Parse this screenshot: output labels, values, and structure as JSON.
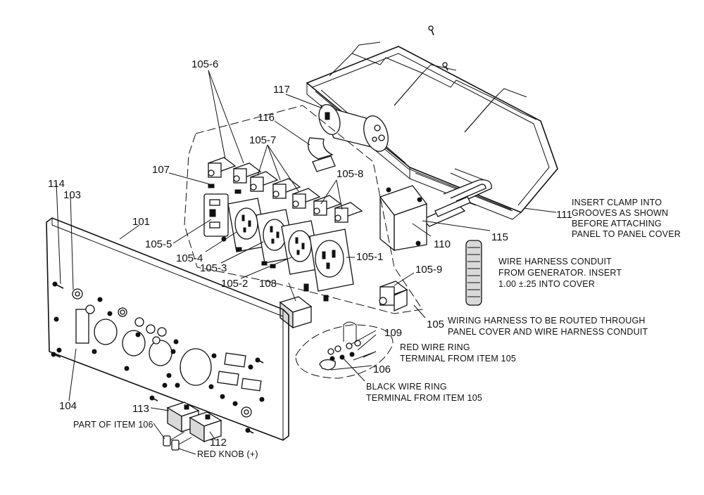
{
  "parts": {
    "p101": "101",
    "p103": "103",
    "p104": "104",
    "p105": "105",
    "p105_1": "105-1",
    "p105_2": "105-2",
    "p105_3": "105-3",
    "p105_4": "105-4",
    "p105_5": "105-5",
    "p105_6": "105-6",
    "p105_7": "105-7",
    "p105_8": "105-8",
    "p105_9": "105-9",
    "p106a": "106",
    "p107": "107",
    "p108": "108",
    "p109": "109",
    "p110": "110",
    "p111": "111",
    "p112": "112",
    "p113": "113",
    "p114": "114",
    "p115": "115",
    "p116": "116",
    "p117": "117"
  },
  "notes": {
    "clamp": [
      "INSERT CLAMP INTO",
      "GROOVES AS SHOWN",
      "BEFORE ATTACHING",
      "PANEL TO PANEL COVER"
    ],
    "conduit": [
      "WIRE HARNESS CONDUIT",
      "FROM GENERATOR.  INSERT",
      "1.00 ±.25 INTO COVER"
    ],
    "routing": [
      "WIRING HARNESS TO BE ROUTED THROUGH",
      "PANEL COVER AND WIRE HARNESS CONDUIT"
    ],
    "red_wire": [
      "RED WIRE RING",
      "TERMINAL FROM ITEM 105"
    ],
    "black_wire": [
      "BLACK WIRE RING",
      "TERMINAL FROM ITEM 105"
    ],
    "part_of": "PART OF ITEM 106",
    "red_knob": "RED KNOB (+)"
  }
}
